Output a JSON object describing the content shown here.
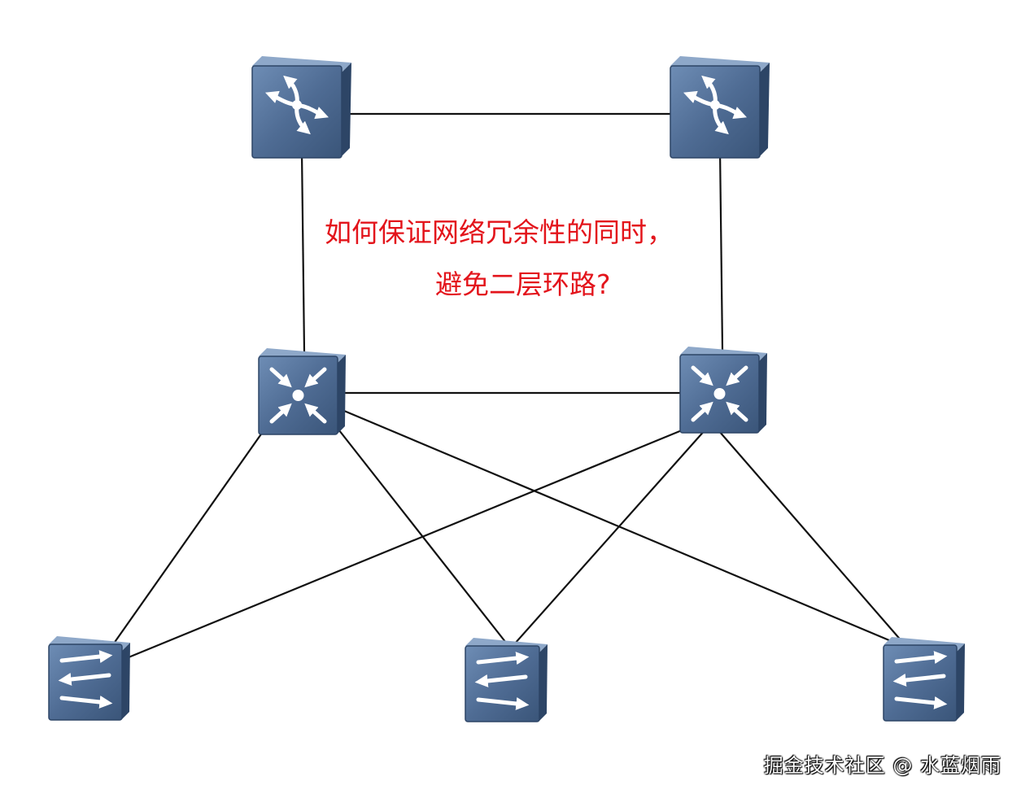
{
  "diagram": {
    "question_line1": "如何保证网络冗余性的同时，",
    "question_line2": "避免二层环路?",
    "watermark": "掘金技术社区 @ 水蓝烟雨",
    "colors": {
      "question_text": "#e3141b",
      "device_face": "#4d6a91",
      "device_side": "#2d4566",
      "link": "#111111"
    },
    "devices": [
      {
        "id": "router-left",
        "icon": "router-icon"
      },
      {
        "id": "router-right",
        "icon": "router-icon"
      },
      {
        "id": "core-switch-left",
        "icon": "l3-switch-icon"
      },
      {
        "id": "core-switch-right",
        "icon": "l3-switch-icon"
      },
      {
        "id": "access-switch-left",
        "icon": "l2-switch-icon"
      },
      {
        "id": "access-switch-middle",
        "icon": "l2-switch-icon"
      },
      {
        "id": "access-switch-right",
        "icon": "l2-switch-icon"
      }
    ],
    "links": [
      [
        "router-left",
        "router-right"
      ],
      [
        "router-left",
        "core-switch-left"
      ],
      [
        "router-right",
        "core-switch-right"
      ],
      [
        "core-switch-left",
        "core-switch-right"
      ],
      [
        "core-switch-left",
        "access-switch-left"
      ],
      [
        "core-switch-left",
        "access-switch-middle"
      ],
      [
        "core-switch-left",
        "access-switch-right"
      ],
      [
        "core-switch-right",
        "access-switch-left"
      ],
      [
        "core-switch-right",
        "access-switch-middle"
      ],
      [
        "core-switch-right",
        "access-switch-right"
      ]
    ]
  }
}
